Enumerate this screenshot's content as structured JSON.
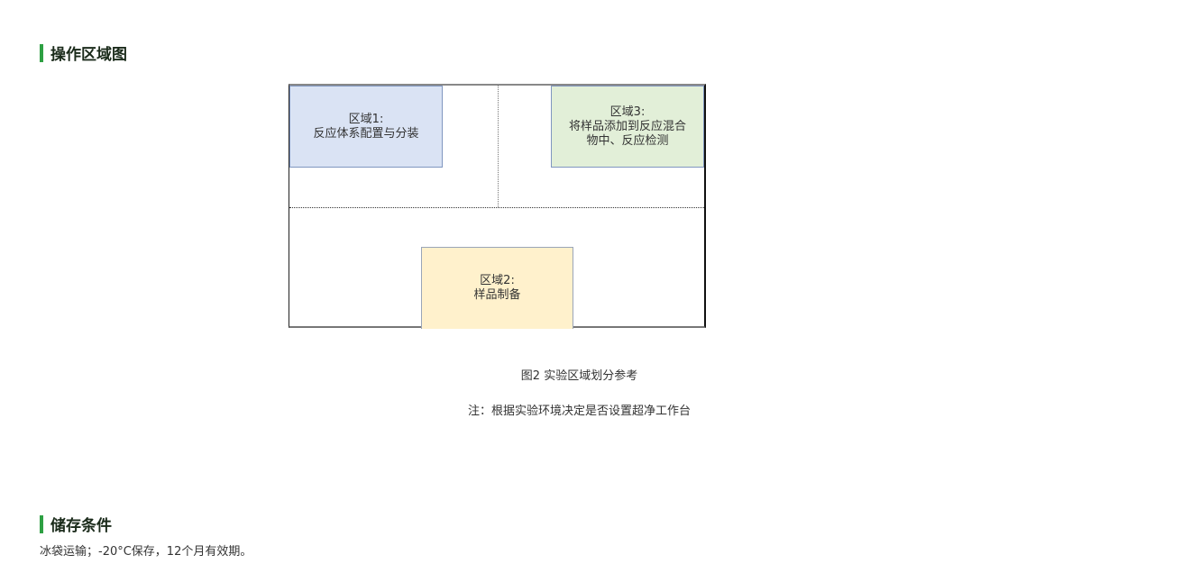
{
  "sections": {
    "operation_area": {
      "title": "操作区域图"
    },
    "storage": {
      "title": "储存条件",
      "text": "冰袋运输；-20°C保存，12个月有效期。"
    }
  },
  "diagram": {
    "zones": [
      {
        "id": "zone1",
        "title": "区域1:",
        "lines": [
          "反应体系配置与分装"
        ],
        "color": "#dae3f4"
      },
      {
        "id": "zone2",
        "title": "区域2:",
        "lines": [
          "样品制备"
        ],
        "color": "#fff1cc"
      },
      {
        "id": "zone3",
        "title": "区域3:",
        "lines": [
          "将样品添加到反应混合",
          "物中、反应检测"
        ],
        "color": "#e2efd8"
      }
    ],
    "caption": "图2 实验区域划分参考",
    "note": "注：根据实验环境决定是否设置超净工作台"
  },
  "colors": {
    "accent": "#2ea043"
  }
}
